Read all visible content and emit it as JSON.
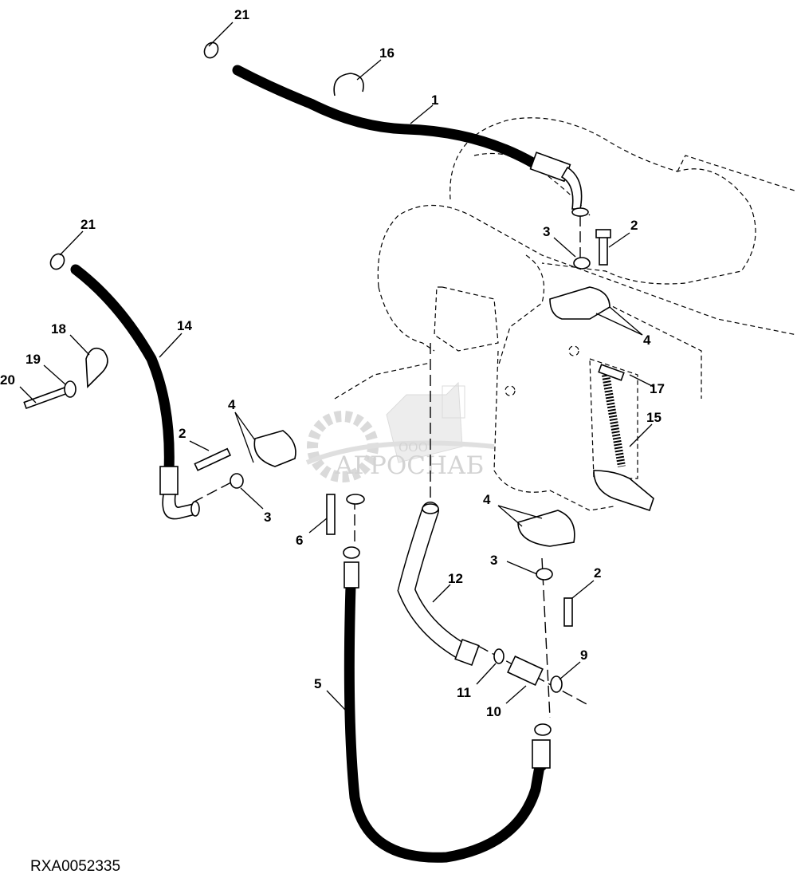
{
  "diagram_code": "RXA0052335",
  "watermark": {
    "prefix": "ООО",
    "name": "АГРОСНАБ"
  },
  "callouts": [
    {
      "id": "c21a",
      "text": "21"
    },
    {
      "id": "c16",
      "text": "16"
    },
    {
      "id": "c1",
      "text": "1"
    },
    {
      "id": "c21b",
      "text": "21"
    },
    {
      "id": "c18",
      "text": "18"
    },
    {
      "id": "c14",
      "text": "14"
    },
    {
      "id": "c19",
      "text": "19"
    },
    {
      "id": "c20",
      "text": "20"
    },
    {
      "id": "c4a",
      "text": "4"
    },
    {
      "id": "c2a",
      "text": "2"
    },
    {
      "id": "c3a",
      "text": "3"
    },
    {
      "id": "c6",
      "text": "6"
    },
    {
      "id": "c2b",
      "text": "2"
    },
    {
      "id": "c3b",
      "text": "3"
    },
    {
      "id": "c4b",
      "text": "4"
    },
    {
      "id": "c17",
      "text": "17"
    },
    {
      "id": "c15",
      "text": "15"
    },
    {
      "id": "c4c",
      "text": "4"
    },
    {
      "id": "c12",
      "text": "12"
    },
    {
      "id": "c3c",
      "text": "3"
    },
    {
      "id": "c2c",
      "text": "2"
    },
    {
      "id": "c9",
      "text": "9"
    },
    {
      "id": "c11",
      "text": "11"
    },
    {
      "id": "c10",
      "text": "10"
    },
    {
      "id": "c5",
      "text": "5"
    }
  ]
}
